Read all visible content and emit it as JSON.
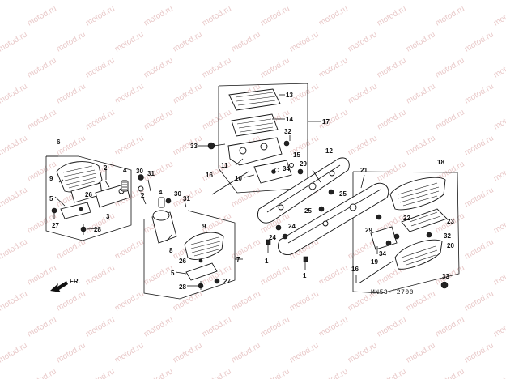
{
  "watermark": "motod.ru",
  "diagram_code": "MN53-F2700",
  "direction_label": "FR.",
  "callouts": {
    "c1a": "1",
    "c1b": "1",
    "c2a": "2",
    "c2b": "2",
    "c3": "3",
    "c4a": "4",
    "c4b": "4",
    "c5a": "5",
    "c5b": "5",
    "c6": "6",
    "c7": "7",
    "c8": "8",
    "c9a": "9",
    "c9b": "9",
    "c10": "10",
    "c11": "11",
    "c12": "12",
    "c13": "13",
    "c14": "14",
    "c15": "15",
    "c16a": "16",
    "c16b": "16",
    "c17": "17",
    "c18": "18",
    "c19": "19",
    "c20": "20",
    "c21": "21",
    "c22": "22",
    "c23": "23",
    "c24a": "24",
    "c24b": "24",
    "c25a": "25",
    "c25b": "25",
    "c26a": "26",
    "c26b": "26",
    "c27a": "27",
    "c27b": "27",
    "c28a": "28",
    "c28b": "28",
    "c29a": "29",
    "c29b": "29",
    "c30a": "30",
    "c30b": "30",
    "c31a": "31",
    "c31b": "31",
    "c32a": "32",
    "c32b": "32",
    "c33a": "33",
    "c33b": "33",
    "c34a": "34",
    "c34b": "34"
  }
}
